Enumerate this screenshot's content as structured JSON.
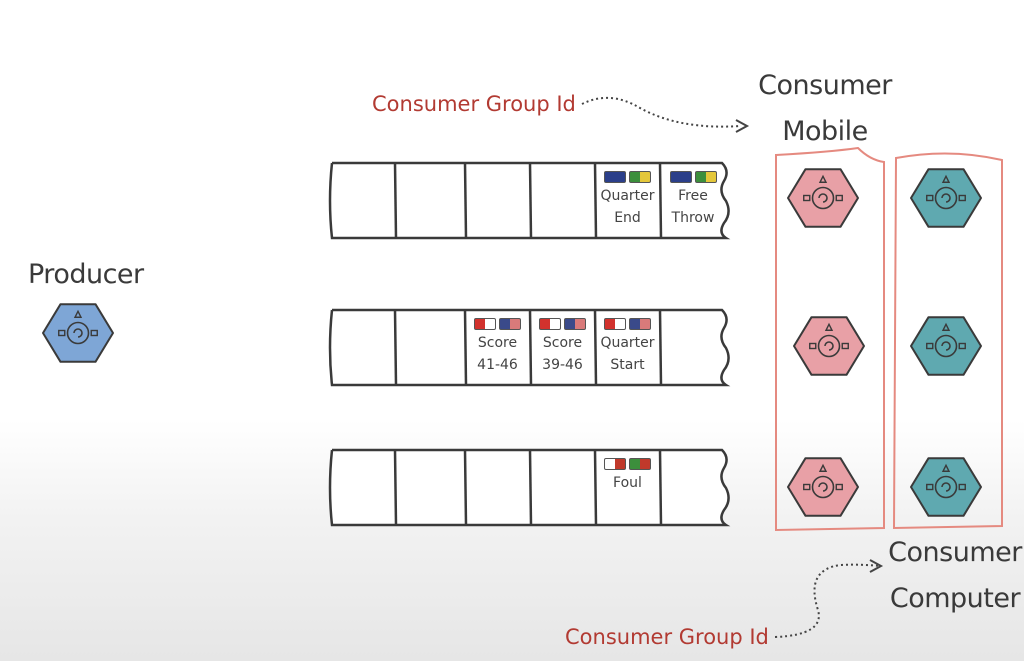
{
  "producer": {
    "label": "Producer",
    "color": "#7ea6d6"
  },
  "top_group_label": "Consumer Group Id",
  "bottom_group_label": "Consumer Group Id",
  "consumer_mobile": {
    "line1": "Consumer",
    "line2": "Mobile",
    "color": "#e8a0a6"
  },
  "consumer_computer": {
    "line1": "Consumer",
    "line2": "Computer",
    "color": "#5fa9b0"
  },
  "partitions": [
    {
      "messages": [
        {
          "l1": "Quarter",
          "l2": "End",
          "flags": [
            "australia-flag",
            "brazil-flag"
          ]
        },
        {
          "l1": "Free",
          "l2": "Throw",
          "flags": [
            "australia-flag",
            "brazil-flag"
          ]
        }
      ]
    },
    {
      "messages": [
        {
          "l1": "Score",
          "l2": "41-46",
          "flags": [
            "canada-flag",
            "usa-flag"
          ]
        },
        {
          "l1": "Score",
          "l2": "39-46",
          "flags": [
            "canada-flag",
            "usa-flag"
          ]
        },
        {
          "l1": "Quarter",
          "l2": "Start",
          "flags": [
            "canada-flag",
            "usa-flag"
          ]
        }
      ]
    },
    {
      "messages": [
        {
          "l1": "Foul",
          "l2": "",
          "flags": [
            "malta-flag",
            "portugal-flag"
          ]
        }
      ]
    }
  ],
  "colors": {
    "accent_red": "#b23a32",
    "box_red": "#e58a80",
    "outline": "#3a3a3a"
  }
}
